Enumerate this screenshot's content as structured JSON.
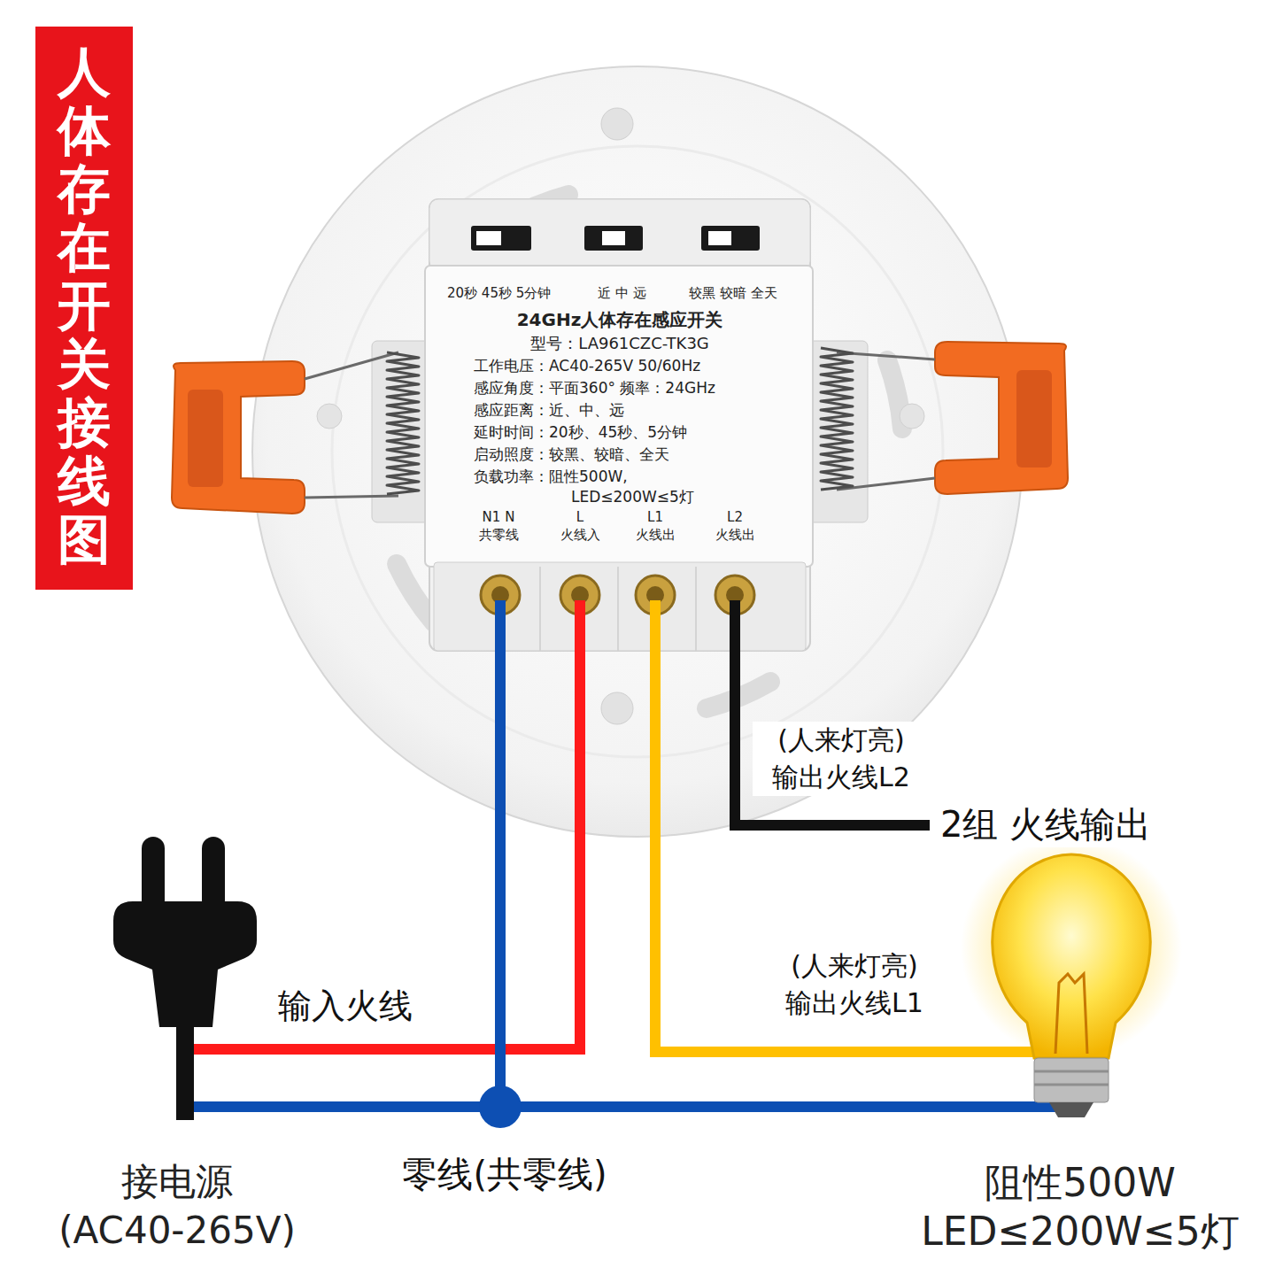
{
  "diagram": {
    "title": "人体存在开关接线图",
    "nodes": [
      {
        "text": [
          "20秒 45秒 5分钟",
          "近 中 远",
          "较黑 较暗 全天",
          "24GHz人体存在感应开关",
          "型号：LA961CZC-TK3G",
          "工作电压：AC40-265V 50/60Hz",
          "感应角度：平面360° 频率：24GHz",
          "感应距离：近、中、远",
          "延时时间：20秒、45秒、5分钟",
          "启动照度：较黑、较暗、全天",
          "负载功率：阻性500W,",
          "LED≤200W≤5灯",
          "N1 N",
          "共零线",
          "L",
          "火线入",
          "L1",
          "火线出",
          "L2",
          "火线出"
        ]
      },
      {
        "text": [
          "接电源",
          "(AC40-265V)"
        ]
      },
      {
        "text": [
          "阻性500W",
          "LED≤200W≤5灯"
        ]
      }
    ],
    "edges": [
      {
        "from": 1,
        "to": 0,
        "arrow": "none",
        "label": "输入火线"
      },
      {
        "from": 0,
        "to": 2,
        "arrow": "none",
        "label": "(人来灯亮) 输出火线L1"
      },
      {
        "from": 0,
        "to": 1,
        "arrow": "none"
      },
      {
        "from": 0,
        "to": 2,
        "arrow": "none"
      }
    ],
    "labels": [
      "(人来灯亮) 输出火线L2",
      "2组 火线输出",
      "零线(共零线)"
    ]
  }
}
